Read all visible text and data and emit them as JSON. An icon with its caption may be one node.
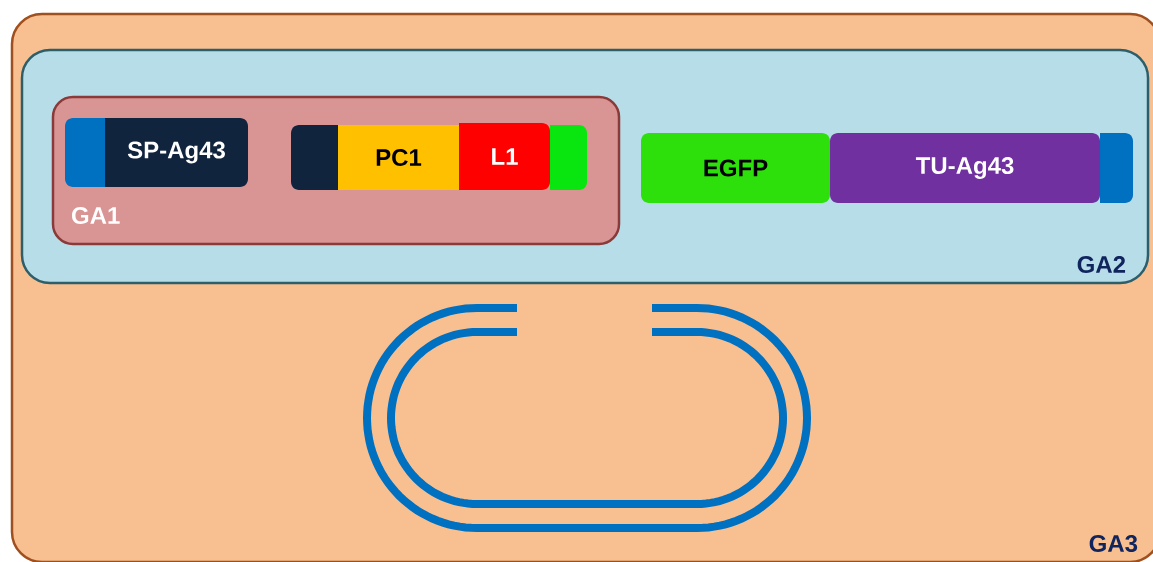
{
  "diagram": {
    "nodes": [
      {
        "text": [
          "GA3"
        ]
      },
      {
        "text": [
          "GA2"
        ],
        "in": 0
      },
      {
        "text": [
          "GA1"
        ],
        "in": 1
      },
      {
        "text": [],
        "shape": "box",
        "in": 2
      },
      {
        "text": [
          "SP-Ag43"
        ],
        "in": 2
      },
      {
        "text": [],
        "shape": "box",
        "in": 2
      },
      {
        "text": [
          "PC1"
        ],
        "in": 2
      },
      {
        "text": [
          "L1"
        ],
        "in": 2
      },
      {
        "text": [],
        "shape": "box",
        "in": 2
      },
      {
        "text": [
          "EGFP"
        ],
        "in": 1
      },
      {
        "text": [
          "TU-Ag43"
        ],
        "in": 1
      },
      {
        "text": [],
        "shape": "box",
        "in": 1
      }
    ]
  }
}
